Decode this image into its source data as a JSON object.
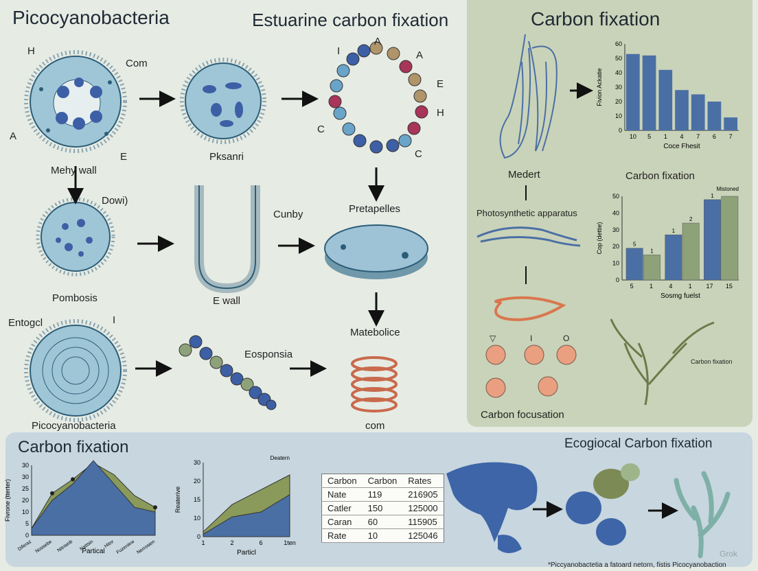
{
  "titles": {
    "picocyanobacteria": "Picocyanobacteria",
    "estuarine": "Estuarine carbon fixation",
    "carbon_fixation_right": "Carbon fixation",
    "carbon_fixation_bottom": "Carbon fixation",
    "ecological": "Ecogiocal Carbon fixation"
  },
  "left": {
    "cell1": {
      "h": "H",
      "com": "Com",
      "a": "A",
      "e": "E",
      "label": "Mehy wall"
    },
    "cell2": {
      "label": "Pksanri"
    },
    "ring": {
      "i": "I",
      "a1": "A",
      "a2": "A",
      "e": "E",
      "h": "H",
      "c1": "C",
      "c2": "C"
    },
    "dowi": "Dowi)",
    "pombosis": "Pombosis",
    "ewall": "E wall",
    "cunby": "Cunby",
    "pretapelles": "Pretapelles",
    "entogcl": "Entogcl",
    "entogcl_i": "I",
    "eosponsia": "Eosponsia",
    "picocyanobacteria": "Picocyanobacteria",
    "matebolice": "Matebolice",
    "com": "com"
  },
  "right": {
    "medert": "Medert",
    "photosynthetic": "Photosynthetic apparatus",
    "carbon_fixation_mid": "Carbon fixation",
    "carbon_focusation": "Carbon focusation",
    "carbon_fixation_tree": "Carbon fixation",
    "orb_symbols": [
      "▽",
      "I",
      "O"
    ]
  },
  "chart_data": [
    {
      "type": "bar",
      "categories": [
        "10",
        "5",
        "1",
        "4",
        "7",
        "6",
        "7"
      ],
      "values": [
        53,
        52,
        42,
        28,
        25,
        20,
        9
      ],
      "ylim": [
        0,
        60
      ],
      "yticks": [
        "0",
        "10",
        "20",
        "30",
        "40",
        "50",
        "60"
      ],
      "xlabel": "Coce Fhesit",
      "ylabel": "Fivion Ackatie",
      "color": "#4a6fa5"
    },
    {
      "type": "bar",
      "categories": [
        "5",
        "1",
        "4",
        "1",
        "17",
        "15"
      ],
      "series": [
        {
          "values": [
            19,
            27,
            48
          ],
          "color": "#4a6fa5"
        },
        {
          "values": [
            15,
            34,
            50
          ],
          "color": "#8ea27a"
        }
      ],
      "bar_labels": [
        "5",
        "1",
        "1",
        "2",
        "1",
        ""
      ],
      "legend": "Mistoned",
      "ylim": [
        0,
        50
      ],
      "yticks": [
        "0",
        "10",
        "20",
        "30",
        "40",
        "50"
      ],
      "xlabel": "Sosmg fuelst",
      "ylabel": "Cop (dettie)"
    },
    {
      "type": "area",
      "x": [
        "Diferaz",
        "Nossebe",
        "Nitrisinb",
        "Nattsin",
        "Hitnr",
        "Fuzeniew",
        "Nerrosien"
      ],
      "series": [
        {
          "values": [
            3,
            15,
            22,
            32,
            22,
            12,
            10
          ],
          "color": "#4a6fa5"
        },
        {
          "values": [
            3,
            18,
            24,
            31,
            26,
            17,
            12
          ],
          "color": "#8a9a5a"
        }
      ],
      "ylim": [
        0,
        30
      ],
      "yticks": [
        "0",
        "5",
        "10",
        "20",
        "25",
        "30",
        "30"
      ],
      "xlabel": "Partical",
      "ylabel": "Fivrone (tterter)"
    },
    {
      "type": "area",
      "x": [
        "1",
        "2",
        "6",
        "1ten"
      ],
      "series": [
        {
          "values": [
            1,
            8,
            10,
            17
          ],
          "color": "#4a6fa5"
        },
        {
          "values": [
            2,
            13,
            19,
            25
          ],
          "color": "#8a9a5a"
        }
      ],
      "legend": "Deatern",
      "ylim": [
        0,
        30
      ],
      "yticks": [
        "0",
        "10",
        "15",
        "20",
        "30"
      ],
      "xlabel": "Particl",
      "ylabel": "Reaterive"
    }
  ],
  "table": {
    "headers": [
      "Carbon",
      "Carbon",
      "Rates"
    ],
    "rows": [
      [
        "Nate",
        "119",
        "216905"
      ],
      [
        "Catler",
        "150",
        "125000"
      ],
      [
        "Caran",
        "60",
        "115905"
      ],
      [
        "Rate",
        "10",
        "125046"
      ]
    ]
  },
  "footer": "*Piccyanobactetia a fatoard netorn, fistis Picocyanobaction",
  "watermark": "Grok"
}
